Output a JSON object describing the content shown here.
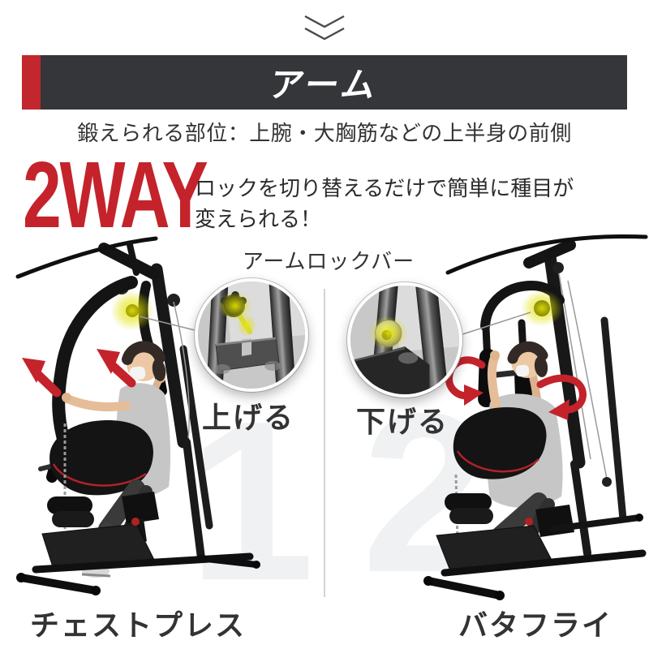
{
  "header": {
    "title": "アーム",
    "bar_color": "#35363a",
    "accent_color": "#c1272d"
  },
  "intro": {
    "target_note": "鍛えられる部位：上腕・大胸筋などの上半身の前側"
  },
  "feature": {
    "badge": "2WAY",
    "badge_color": "#c4232b",
    "description_line1": "ロックを切り替えるだけで簡単に種目が",
    "description_line2": "変えられる！"
  },
  "lock_section": {
    "label": "アームロックバー",
    "highlight_color": "#e6e600",
    "insets": [
      {
        "caption": "上げる"
      },
      {
        "caption": "下げる"
      }
    ]
  },
  "exercises": [
    {
      "number": "1",
      "name": "チェストプレス",
      "arrow_color": "#c4232b"
    },
    {
      "number": "2",
      "name": "バタフライ",
      "arrow_color": "#c4232b"
    }
  ],
  "icons": {
    "top_icon": "chevron-double-down"
  },
  "palette": {
    "numeral_gray": "#eff1f2",
    "text_dark": "#333333",
    "divider_gray": "#d4d4d4"
  }
}
